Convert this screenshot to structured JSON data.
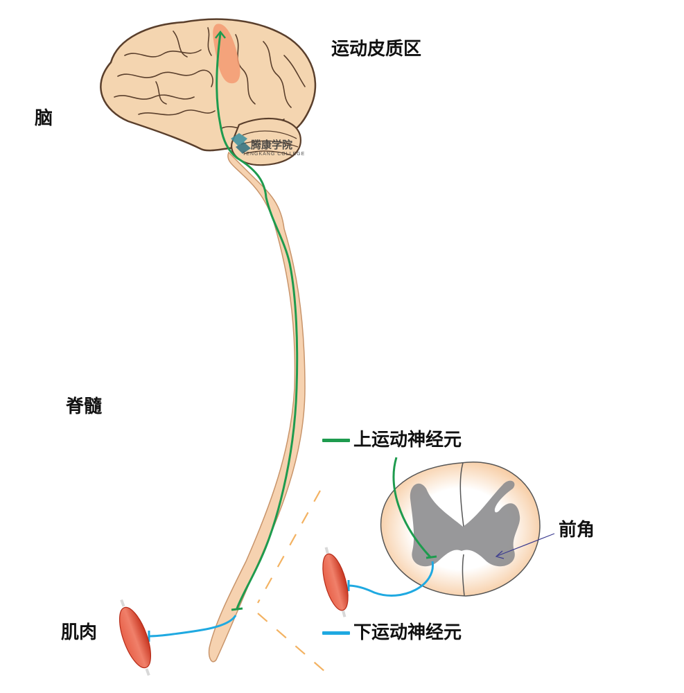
{
  "labels": {
    "motor_cortex": "运动皮质区",
    "brain": "脑",
    "spinal_cord": "脊髓",
    "muscle": "肌肉",
    "anterior_horn": "前角"
  },
  "legend": {
    "upper": {
      "label": "上运动神经元",
      "color": "#1e9b4e"
    },
    "lower": {
      "label": "下运动神经元",
      "color": "#1fa9e1"
    }
  },
  "watermark": {
    "name": "腾康学院",
    "sub": "TENGKANG COLLEGE"
  },
  "colors": {
    "brain_fill": "#f4d5b0",
    "brain_stroke": "#5a3f2c",
    "cortex_highlight": "#f39a72",
    "cord_fill": "#f6d2b0",
    "gray_matter": "#8d8d8f",
    "muscle": "#d9442c",
    "dash": "#f3b262"
  }
}
